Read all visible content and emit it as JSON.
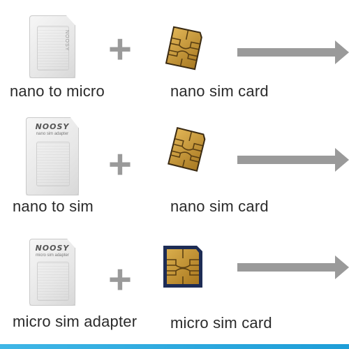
{
  "rows": [
    {
      "adapter_label": "nano to micro",
      "card_label": "nano sim card",
      "adapter_brand": "",
      "adapter_subtext": "",
      "adapter_side_text": "NOOSY"
    },
    {
      "adapter_label": "nano to sim",
      "card_label": "nano sim card",
      "adapter_brand": "NOOSY",
      "adapter_subtext": "nano sim adapter"
    },
    {
      "adapter_label": "micro sim adapter",
      "card_label": "micro sim card",
      "adapter_brand": "NOOSY",
      "adapter_subtext": "micro sim adapter"
    }
  ],
  "symbols": {
    "plus": "+"
  },
  "colors": {
    "gold": "#b8892a",
    "gold_light": "#d9ad4c",
    "arrow": "#999999",
    "accent_bar": "#2aa7dd"
  }
}
